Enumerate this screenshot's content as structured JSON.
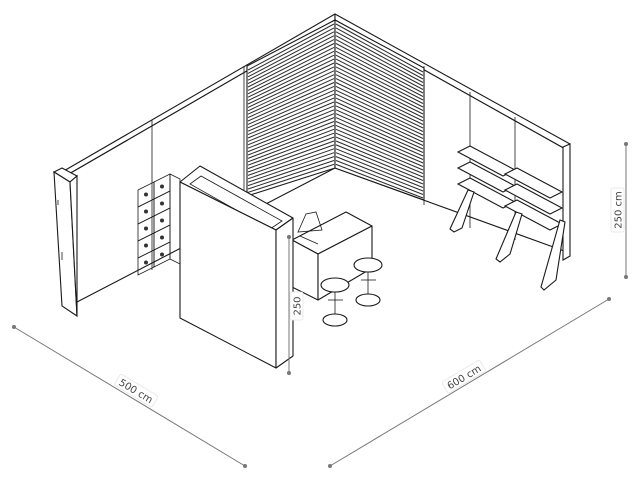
{
  "dimensions": {
    "depth_label": "500 cm",
    "width_label": "600 cm",
    "height_label": "250 cm",
    "partition_height_label": "250"
  },
  "colors": {
    "line": "#1a1a1a",
    "dimension_line": "#777777",
    "fill": "#ffffff"
  }
}
